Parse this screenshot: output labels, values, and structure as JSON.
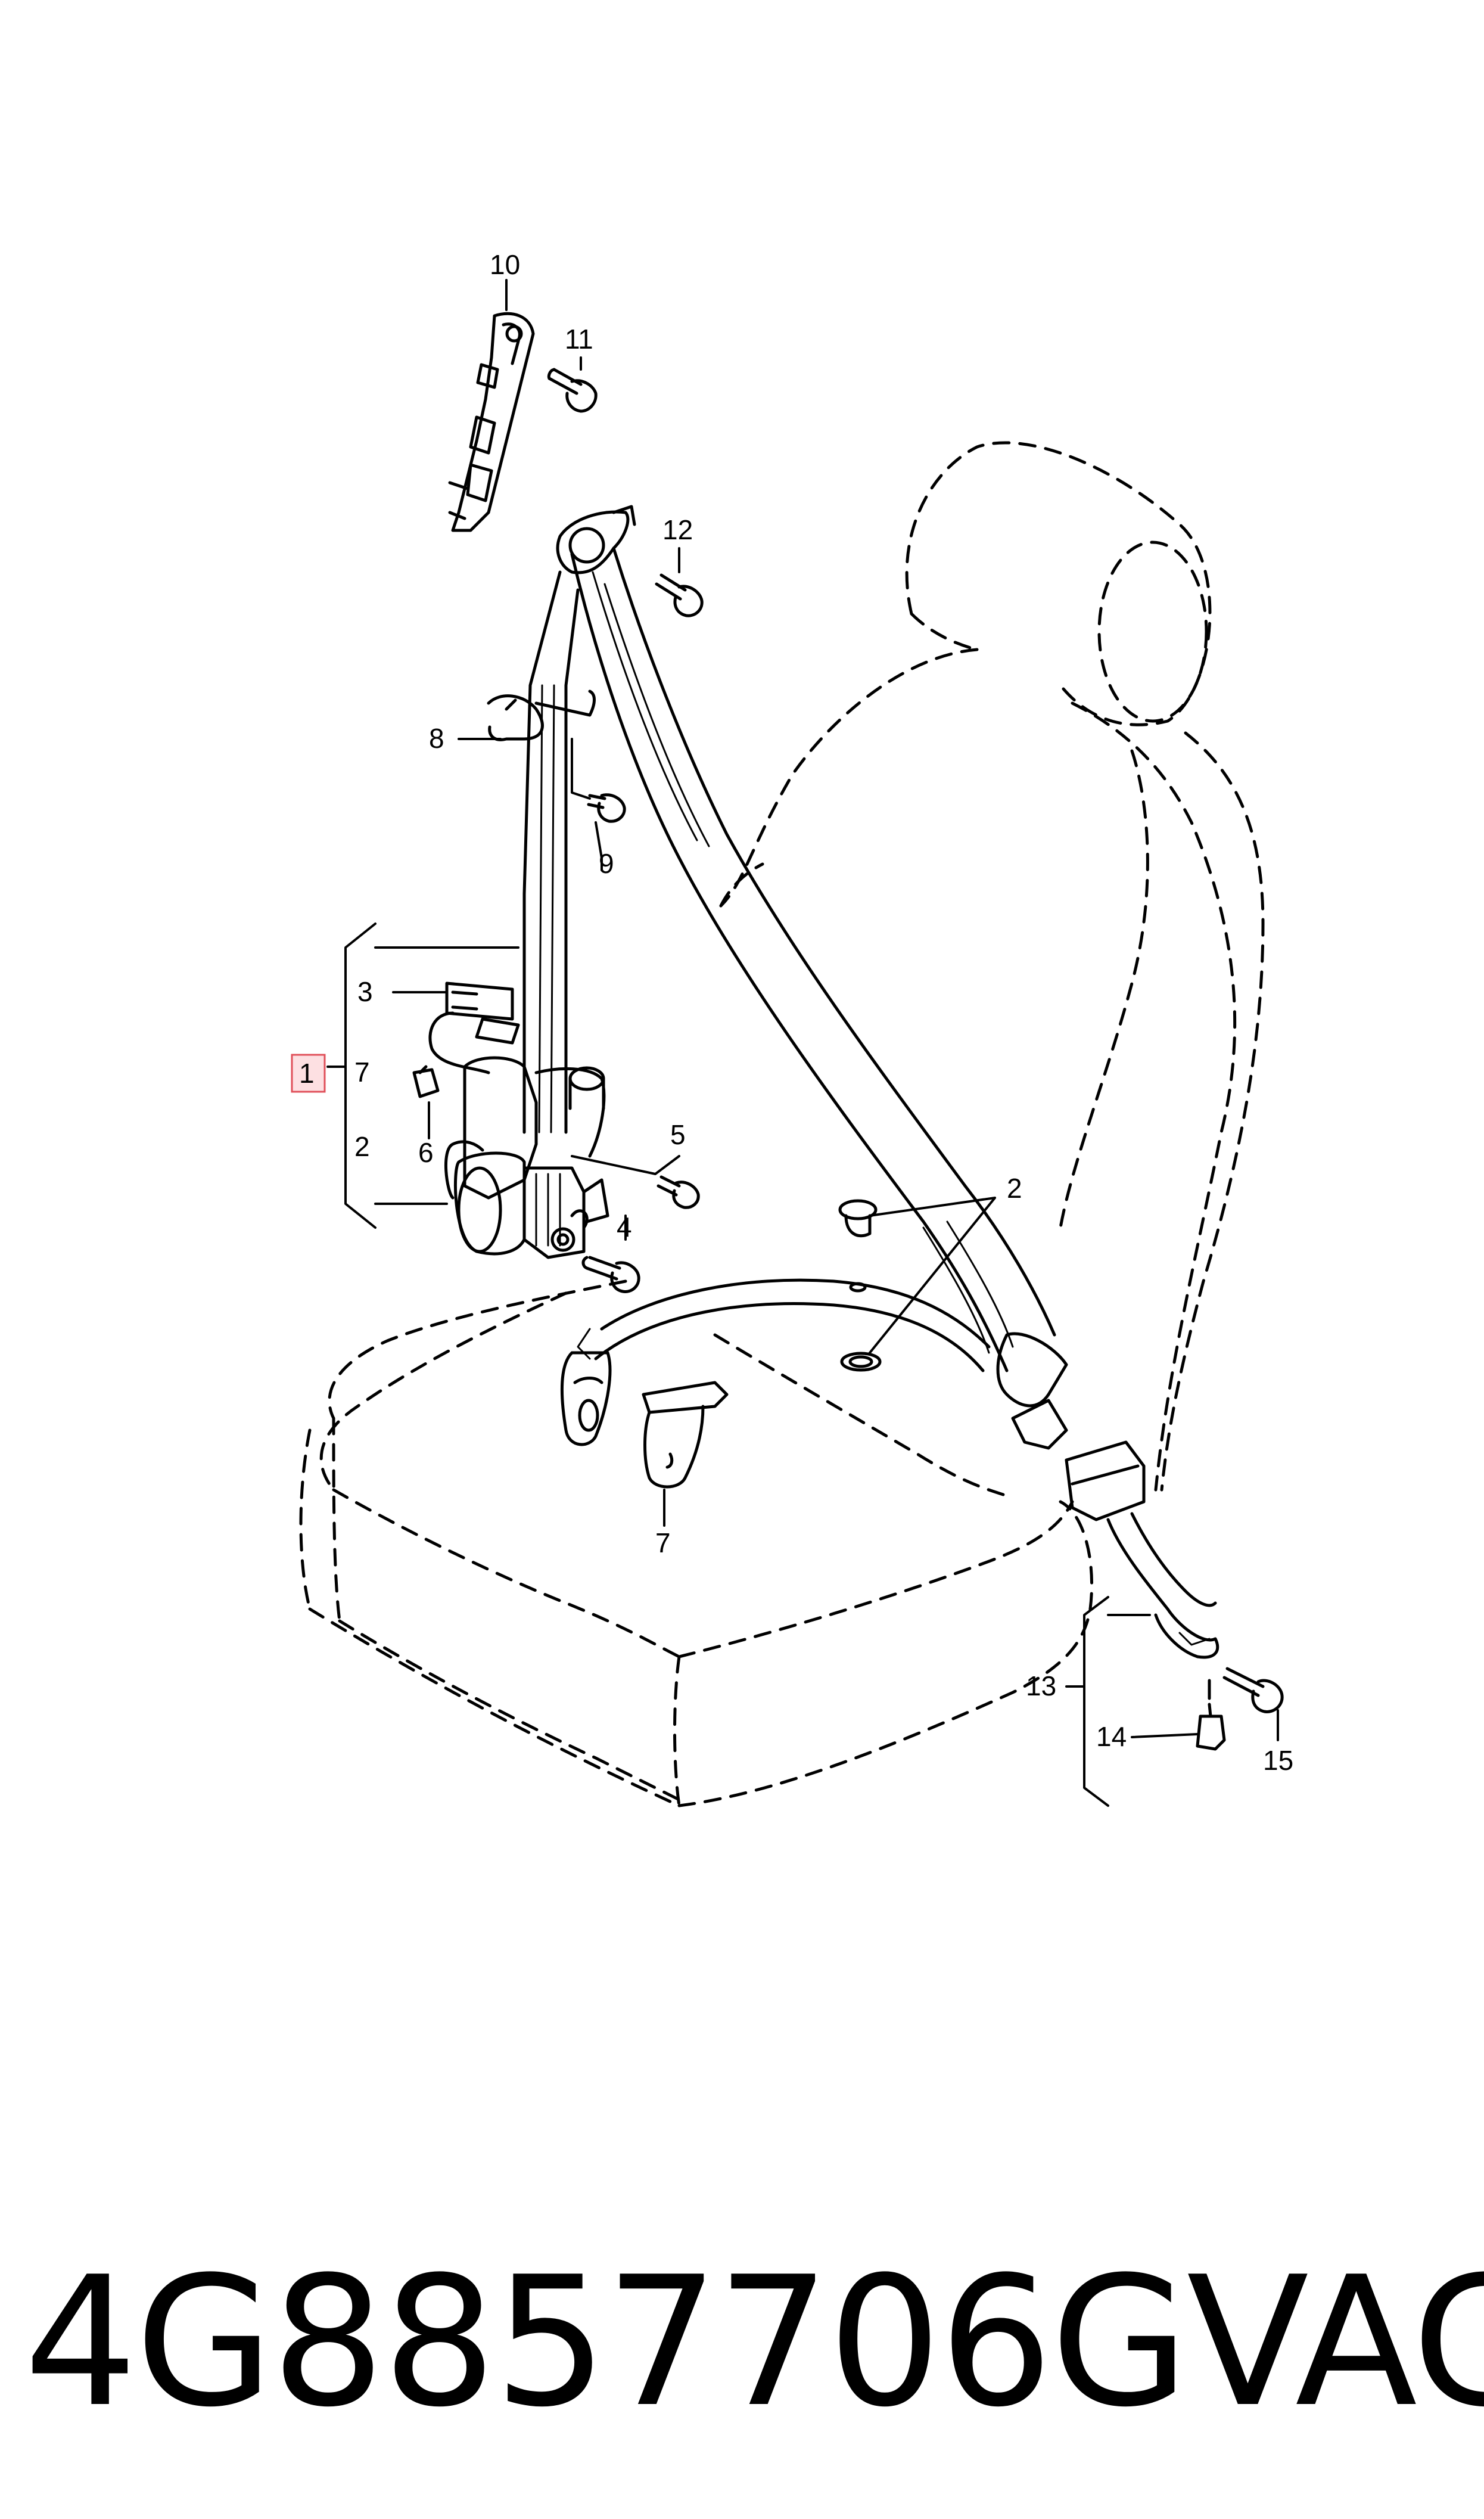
{
  "diagram": {
    "callouts": [
      {
        "id": "c1",
        "label": "1"
      },
      {
        "id": "c2a",
        "label": "2"
      },
      {
        "id": "c2b",
        "label": "2"
      },
      {
        "id": "c3",
        "label": "3"
      },
      {
        "id": "c4",
        "label": "4"
      },
      {
        "id": "c5",
        "label": "5"
      },
      {
        "id": "c6",
        "label": "6"
      },
      {
        "id": "c7a",
        "label": "7"
      },
      {
        "id": "c7b",
        "label": "7"
      },
      {
        "id": "c8",
        "label": "8"
      },
      {
        "id": "c9",
        "label": "9"
      },
      {
        "id": "c10",
        "label": "10"
      },
      {
        "id": "c11",
        "label": "11"
      },
      {
        "id": "c12",
        "label": "12"
      },
      {
        "id": "c13",
        "label": "13"
      },
      {
        "id": "c14",
        "label": "14"
      },
      {
        "id": "c15",
        "label": "15"
      }
    ],
    "highlight_color": "#e0505a"
  },
  "footer": {
    "part_number": "4G8857706G",
    "brand": "VAG"
  }
}
